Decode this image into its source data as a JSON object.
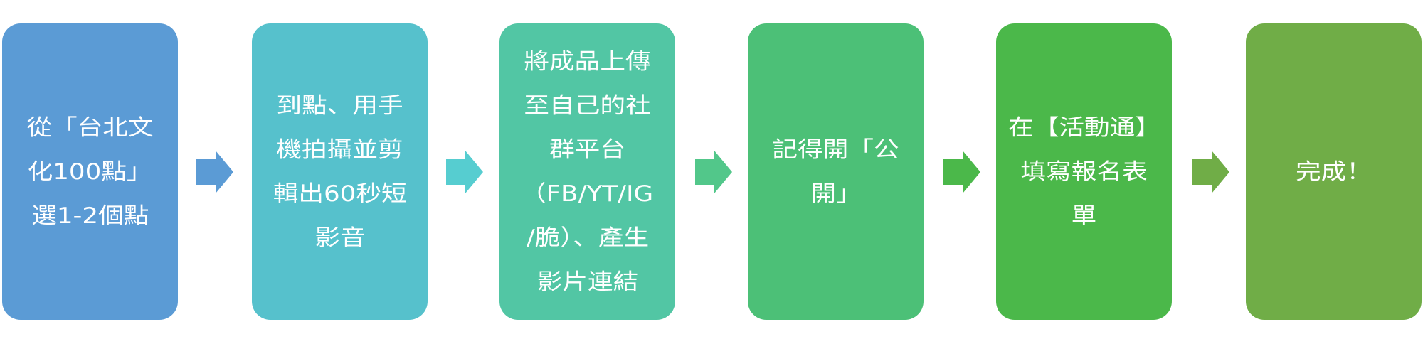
{
  "steps": [
    {
      "color": "#5b9bd5",
      "lines": [
        "從「台北文",
        "化100點」",
        "選1-2個點"
      ]
    },
    {
      "color": "#56c1cc",
      "lines": [
        "到點、用手",
        "機拍攝並剪",
        "輯出60秒短",
        "影音"
      ]
    },
    {
      "color": "#52c6a4",
      "lines": [
        "將成品上傳",
        "至自己的社",
        "群平台",
        "（FB/YT/IG",
        "/脆）、產生",
        "影片連結"
      ]
    },
    {
      "color": "#4cc077",
      "lines": [
        "記得開「公",
        "開」"
      ]
    },
    {
      "color": "#4bb84a",
      "lines": [
        "在【活動通】",
        "填寫報名表",
        "單"
      ]
    },
    {
      "color": "#70ad47",
      "lines": [
        "完成！"
      ]
    }
  ],
  "arrows": [
    {
      "color": "#5b9bd5",
      "icon": "arrow-right-icon"
    },
    {
      "color": "#56cdd0",
      "icon": "arrow-right-icon"
    },
    {
      "color": "#52c78a",
      "icon": "arrow-right-icon"
    },
    {
      "color": "#4bb84a",
      "icon": "arrow-right-icon"
    },
    {
      "color": "#70ad47",
      "icon": "arrow-right-icon"
    }
  ]
}
